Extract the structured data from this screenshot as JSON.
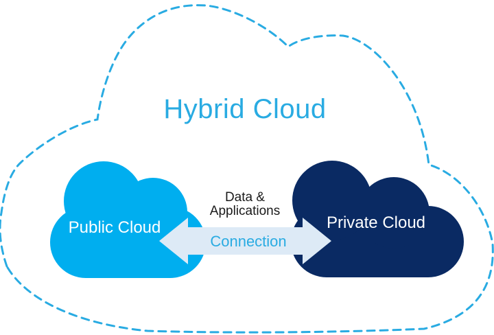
{
  "diagram": {
    "title": "Hybrid Cloud",
    "public_cloud": {
      "label": "Public Cloud"
    },
    "private_cloud": {
      "label": "Private Cloud"
    },
    "connection": {
      "over_arrow_line1": "Data &",
      "over_arrow_line2": "Applications",
      "arrow_label": "Connection"
    }
  },
  "colors": {
    "accent_blue": "#29ABE2",
    "public_cloud_fill": "#00AEEF",
    "private_cloud_fill": "#0A2A63",
    "arrow_fill": "#DDEAF6",
    "text_dark": "#1A1A1A",
    "background": "#FFFFFF"
  }
}
